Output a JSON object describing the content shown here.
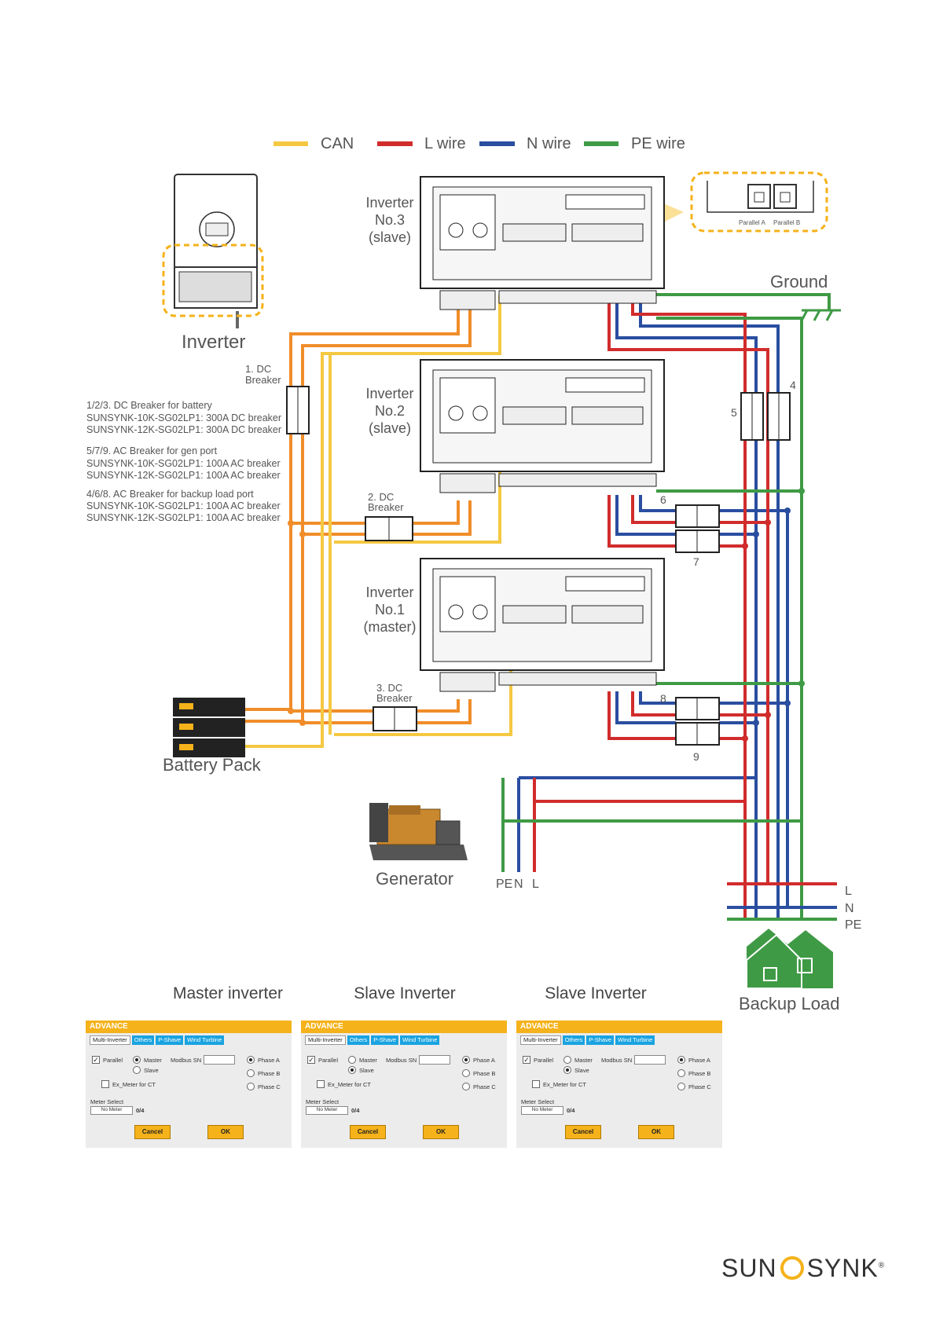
{
  "legend": [
    {
      "label": "CAN",
      "color": "#f5c842"
    },
    {
      "label": "L wire",
      "color": "#d12c2c"
    },
    {
      "label": "N wire",
      "color": "#2a4ea0"
    },
    {
      "label": "PE wire",
      "color": "#3f9a45"
    }
  ],
  "colors": {
    "can": "#f5c842",
    "dc": "#f08d2a",
    "l": "#d12c2c",
    "n": "#2a4ea0",
    "pe": "#3f9a45",
    "accent": "#f5b21a"
  },
  "inverter_label": "Inverter",
  "inverters": [
    {
      "line1": "Inverter",
      "line2": "No.3",
      "line3": "(slave)"
    },
    {
      "line1": "Inverter",
      "line2": "No.2",
      "line3": "(slave)"
    },
    {
      "line1": "Inverter",
      "line2": "No.1",
      "line3": "(master)"
    }
  ],
  "parallel_ports": {
    "a": "Parallel A",
    "b": "Parallel B"
  },
  "ground_label": "Ground",
  "breakers": {
    "dc1": {
      "line1": "1. DC",
      "line2": "Breaker"
    },
    "dc2": {
      "line1": "2. DC",
      "line2": "Breaker"
    },
    "dc3": {
      "line1": "3. DC",
      "line2": "Breaker"
    },
    "numbers": [
      "4",
      "5",
      "6",
      "7",
      "8",
      "9"
    ]
  },
  "notes": [
    "1/2/3. DC Breaker for battery",
    "SUNSYNK-10K-SG02LP1: 300A DC breaker",
    "SUNSYNK-12K-SG02LP1: 300A DC breaker",
    "5/7/9. AC Breaker for gen port",
    "SUNSYNK-10K-SG02LP1: 100A AC breaker",
    "SUNSYNK-12K-SG02LP1: 100A AC breaker",
    "4/6/8. AC Breaker for backup load port",
    "SUNSYNK-10K-SG02LP1: 100A AC breaker",
    "SUNSYNK-12K-SG02LP1: 100A AC breaker"
  ],
  "battery_label": "Battery Pack",
  "generator": {
    "label": "Generator",
    "pe": "PE",
    "n": "N",
    "l": "L"
  },
  "load": {
    "l": "L",
    "n": "N",
    "pe": "PE",
    "label": "Backup Load"
  },
  "panels": [
    {
      "title": "Master inverter",
      "master": true
    },
    {
      "title": "Slave Inverter",
      "master": false
    },
    {
      "title": "Slave Inverter",
      "master": false
    }
  ],
  "panel_ui": {
    "header": "ADVANCE",
    "tabs": [
      "Multi-Inverter",
      "Others",
      "P-Shave",
      "Wind Turbine"
    ],
    "parallel": "Parallel",
    "master": "Master",
    "slave": "Slave",
    "modbus": "Modbus SN",
    "phase_a": "Phase A",
    "phase_b": "Phase B",
    "phase_c": "Phase C",
    "ex_meter": "Ex_Meter for CT",
    "meter_select": "Meter Select",
    "no_meter": "No Meter",
    "meter_count": "0/4",
    "cancel": "Cancel",
    "ok": "OK"
  },
  "brand": {
    "left": "SUN",
    "right": "SYNK",
    "mark": "®"
  }
}
